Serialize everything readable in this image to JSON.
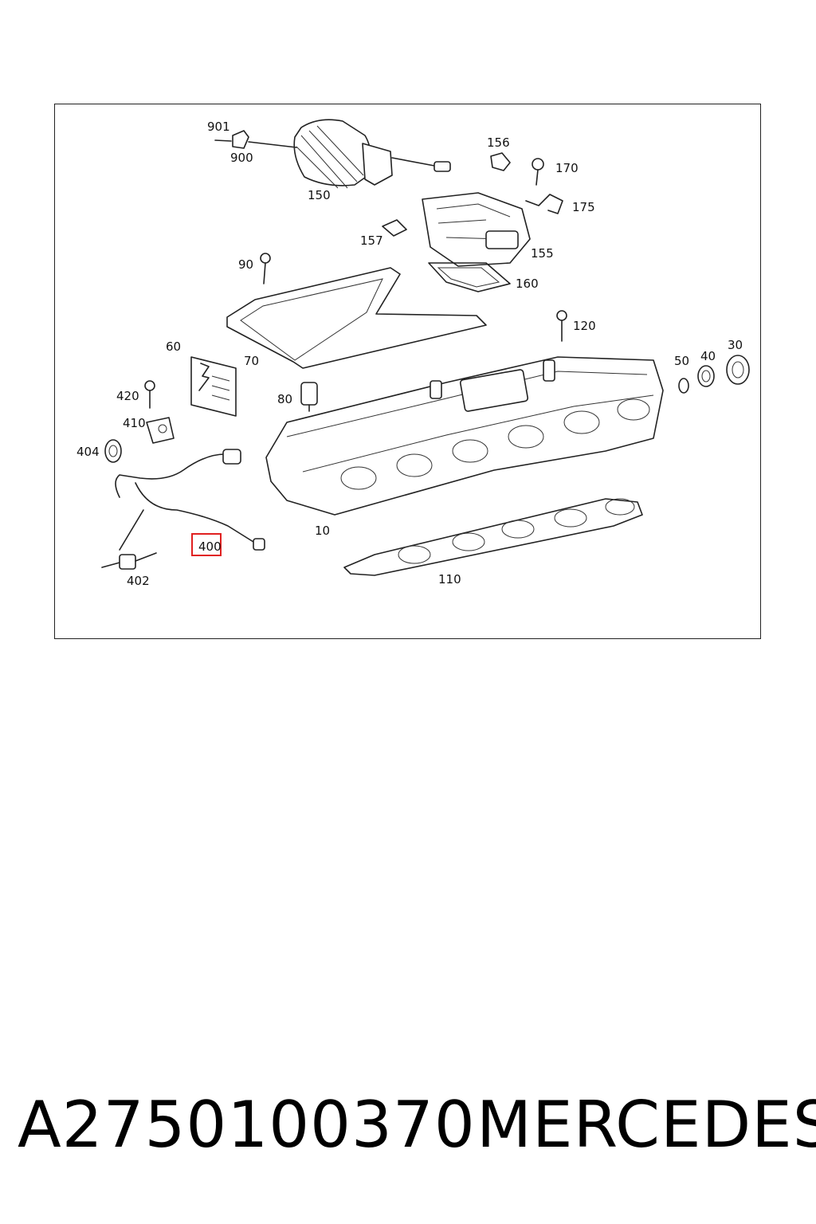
{
  "diagram": {
    "callouts": {
      "c901": "901",
      "c900": "900",
      "c150": "150",
      "c156": "156",
      "c170": "170",
      "c175": "175",
      "c157": "157",
      "c155": "155",
      "c90": "90",
      "c160": "160",
      "c120": "120",
      "c60": "60",
      "c70": "70",
      "c30": "30",
      "c50": "50",
      "c40": "40",
      "c420": "420",
      "c80": "80",
      "c410": "410",
      "c404": "404",
      "c400": "400",
      "c10": "10",
      "c402": "402",
      "c110": "110"
    },
    "highlighted_callout": "400",
    "highlight_color": "#e02020"
  },
  "footer": {
    "part_number": "A2750100370",
    "brand": "MERCEDES"
  }
}
